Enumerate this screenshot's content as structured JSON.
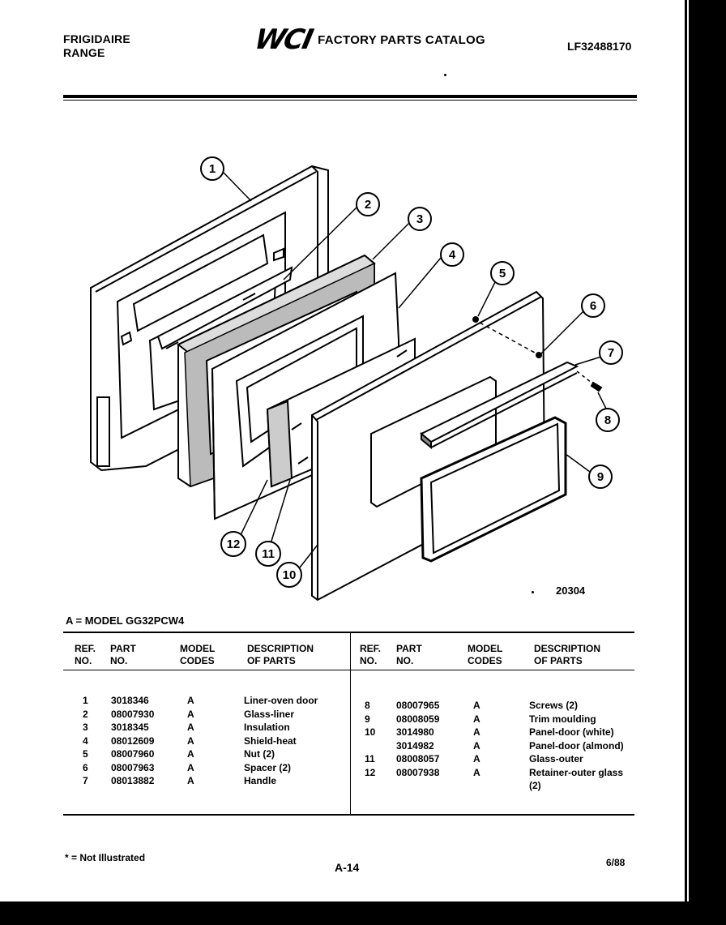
{
  "header": {
    "brand": "FRIGIDAIRE",
    "product": "RANGE",
    "logo_text": "WCI",
    "catalog_title": "FACTORY PARTS CATALOG",
    "catalog_number": "LF32488170"
  },
  "diagram": {
    "figure_id": "20304",
    "callouts": [
      "1",
      "2",
      "3",
      "4",
      "5",
      "6",
      "7",
      "8",
      "9",
      "10",
      "11",
      "12"
    ]
  },
  "model_label": "A = MODEL GG32PCW4",
  "table": {
    "headers": {
      "ref_1": "REF.",
      "ref_2": "NO.",
      "part_1": "PART",
      "part_2": "NO.",
      "model_1": "MODEL",
      "model_2": "CODES",
      "desc_1": "DESCRIPTION",
      "desc_2": "OF PARTS"
    },
    "left_rows": [
      {
        "ref": "1",
        "part": "3018346",
        "code": "A",
        "desc": "Liner-oven door"
      },
      {
        "ref": "2",
        "part": "08007930",
        "code": "A",
        "desc": "Glass-liner"
      },
      {
        "ref": "3",
        "part": "3018345",
        "code": "A",
        "desc": "Insulation"
      },
      {
        "ref": "4",
        "part": "08012609",
        "code": "A",
        "desc": "Shield-heat"
      },
      {
        "ref": "5",
        "part": "08007960",
        "code": "A",
        "desc": "Nut (2)"
      },
      {
        "ref": "6",
        "part": "08007963",
        "code": "A",
        "desc": "Spacer (2)"
      },
      {
        "ref": "7",
        "part": "08013882",
        "code": "A",
        "desc": "Handle"
      }
    ],
    "right_rows": [
      {
        "ref": "8",
        "part": "08007965",
        "code": "A",
        "desc": "Screws (2)"
      },
      {
        "ref": "9",
        "part": "08008059",
        "code": "A",
        "desc": "Trim moulding"
      },
      {
        "ref": "10",
        "part": "3014980",
        "code": "A",
        "desc": "Panel-door (white)"
      },
      {
        "ref": "",
        "part": "3014982",
        "code": "A",
        "desc": "Panel-door (almond)"
      },
      {
        "ref": "11",
        "part": "08008057",
        "code": "A",
        "desc": "Glass-outer"
      },
      {
        "ref": "12",
        "part": "08007938",
        "code": "A",
        "desc": "Retainer-outer glass"
      },
      {
        "ref": "",
        "part": "",
        "code": "",
        "desc": "(2)"
      }
    ]
  },
  "footer": {
    "note": "* = Not Illustrated",
    "page": "A-14",
    "date": "6/88"
  }
}
